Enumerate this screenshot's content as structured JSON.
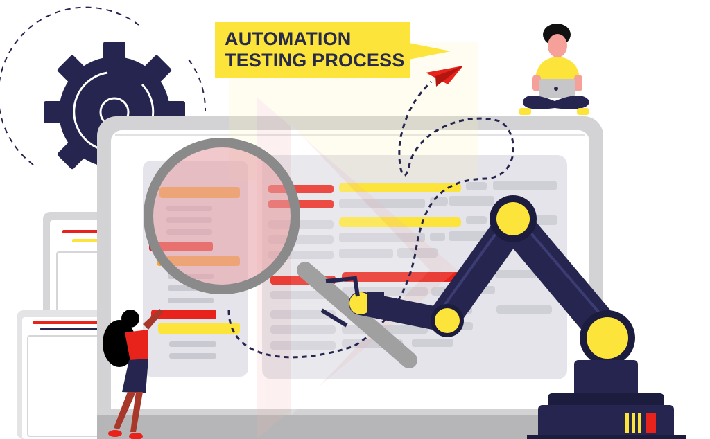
{
  "title": {
    "line1": "AUTOMATION",
    "line2": "TESTING PROCESS"
  },
  "colors": {
    "navy": "#252550",
    "yellow": "#fce43a",
    "red": "#e8231b",
    "orange": "#f5a731",
    "light_gray": "#e2e2e8",
    "frame_gray": "#d3d3d5",
    "lens_gray": "#8a8a8a",
    "lens_tint": "#e8a4a8"
  },
  "elements": {
    "gear": "gear-icon",
    "paper_plane": "paper-plane-icon",
    "magnifier": "magnifying-glass-icon",
    "robot_arm": "robot-arm-icon",
    "person_laptop": "person-with-laptop",
    "woman": "woman-pointing"
  }
}
